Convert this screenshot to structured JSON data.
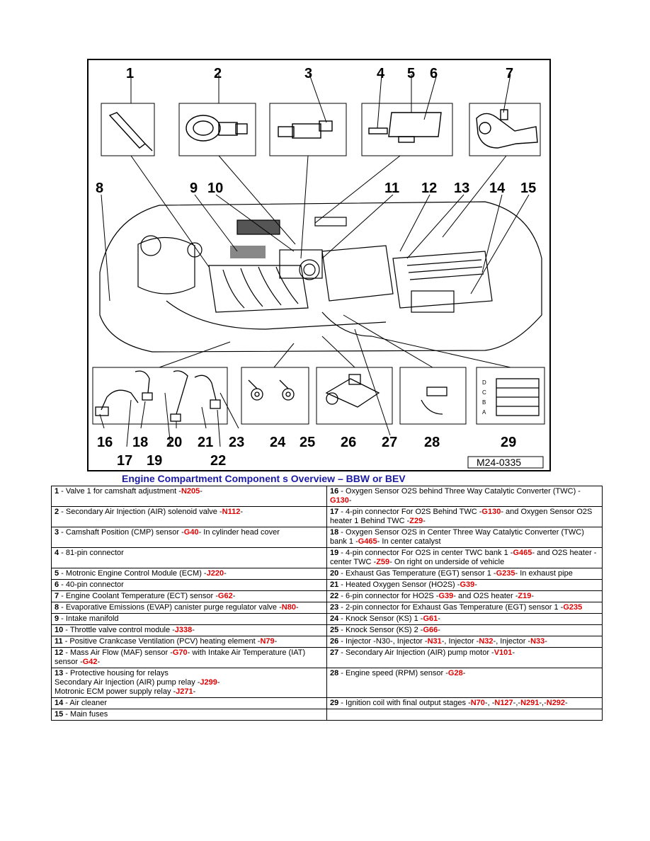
{
  "figure": {
    "callouts": [
      "1",
      "2",
      "3",
      "4",
      "5",
      "6",
      "7",
      "8",
      "9",
      "10",
      "11",
      "12",
      "13",
      "14",
      "15",
      "16",
      "17",
      "18",
      "19",
      "20",
      "21",
      "22",
      "23",
      "24",
      "25",
      "26",
      "27",
      "28",
      "29"
    ],
    "code": "M24-0335",
    "coil_letters": [
      "D",
      "C",
      "B",
      "A"
    ]
  },
  "title": "Engine Compartment Component s Overview – BBW or BEV",
  "rows": [
    {
      "left": [
        {
          "t": "1",
          "n": 1
        },
        {
          "t": " -  Valve 1 for camshaft adjustment -"
        },
        {
          "t": "N205",
          "r": 1
        },
        {
          "t": "-"
        }
      ],
      "right": [
        {
          "t": "16",
          "n": 1
        },
        {
          "t": " -  Oxygen Sensor O2S behind Three Way Catalytic Converter (TWC) -"
        },
        {
          "t": "G130",
          "r": 1
        },
        {
          "t": "-"
        }
      ]
    },
    {
      "left": [
        {
          "t": "2",
          "n": 1
        },
        {
          "t": " -  Secondary Air Injection (AIR) solenoid valve -"
        },
        {
          "t": "N112",
          "r": 1
        },
        {
          "t": "-"
        }
      ],
      "right": [
        {
          "t": "17",
          "n": 1
        },
        {
          "t": " -  4-pin connector For O2S Behind TWC -"
        },
        {
          "t": "G130",
          "r": 1
        },
        {
          "t": "- and Oxygen Sensor O2S heater 1 Behind TWC -"
        },
        {
          "t": "Z29",
          "r": 1
        },
        {
          "t": "-"
        }
      ]
    },
    {
      "left": [
        {
          "t": "3",
          "n": 1
        },
        {
          "t": " -  Camshaft Position (CMP) sensor -"
        },
        {
          "t": "G40",
          "r": 1
        },
        {
          "t": "-  In cylinder head cover"
        }
      ],
      "right": [
        {
          "t": "18",
          "n": 1
        },
        {
          "t": " -  Oxygen Sensor O2S in Center Three Way Catalytic Converter (TWC) bank 1 -"
        },
        {
          "t": "G465",
          "r": 1
        },
        {
          "t": "- In center catalyst"
        }
      ]
    },
    {
      "left": [
        {
          "t": "4",
          "n": 1
        },
        {
          "t": " -  81-pin connector"
        }
      ],
      "right": [
        {
          "t": "19",
          "n": 1
        },
        {
          "t": " -  4-pin connector  For O2S in center TWC bank 1 -"
        },
        {
          "t": "G465",
          "r": 1
        },
        {
          "t": "- and O2S heater - center TWC -"
        },
        {
          "t": "Z59",
          "r": 1
        },
        {
          "t": "- On right on underside of vehicle"
        }
      ]
    },
    {
      "left": [
        {
          "t": "5",
          "n": 1
        },
        {
          "t": " -  Motronic Engine Control Module (ECM) -"
        },
        {
          "t": "J220",
          "r": 1
        },
        {
          "t": "-"
        }
      ],
      "right": [
        {
          "t": "20",
          "n": 1
        },
        {
          "t": " -  Exhaust Gas Temperature (EGT) sensor 1 -"
        },
        {
          "t": "G235",
          "r": 1
        },
        {
          "t": "- In exhaust pipe"
        }
      ]
    },
    {
      "left": [
        {
          "t": "6",
          "n": 1
        },
        {
          "t": " -  40-pin connector"
        }
      ],
      "right": [
        {
          "t": "21",
          "n": 1
        },
        {
          "t": " -  Heated Oxygen Sensor (HO2S) -"
        },
        {
          "t": "G39",
          "r": 1
        },
        {
          "t": "-"
        }
      ]
    },
    {
      "left": [
        {
          "t": "7",
          "n": 1
        },
        {
          "t": " -  Engine Coolant Temperature (ECT) sensor -"
        },
        {
          "t": "G62",
          "r": 1
        },
        {
          "t": "-"
        }
      ],
      "right": [
        {
          "t": "22",
          "n": 1
        },
        {
          "t": " -  6-pin connector for HO2S -"
        },
        {
          "t": "G39",
          "r": 1
        },
        {
          "t": "- and O2S heater -"
        },
        {
          "t": "Z19",
          "r": 1
        },
        {
          "t": "-"
        }
      ]
    },
    {
      "left": [
        {
          "t": "8",
          "n": 1
        },
        {
          "t": " -  Evaporative Emissions (EVAP) canister purge regulator valve -"
        },
        {
          "t": "N80",
          "r": 1
        },
        {
          "t": "-"
        }
      ],
      "right": [
        {
          "t": "23",
          "n": 1
        },
        {
          "t": " -  2-pin connector for Exhaust Gas Temperature (EGT) sensor 1 -"
        },
        {
          "t": "G235",
          "r": 1
        }
      ]
    },
    {
      "left": [
        {
          "t": "9",
          "n": 1
        },
        {
          "t": " -  Intake manifold"
        }
      ],
      "right": [
        {
          "t": "24",
          "n": 1
        },
        {
          "t": " -  Knock Sensor (KS) 1 -"
        },
        {
          "t": "G61",
          "r": 1
        },
        {
          "t": "-"
        }
      ]
    },
    {
      "left": [
        {
          "t": "10",
          "n": 1
        },
        {
          "t": " -  Throttle valve control module -"
        },
        {
          "t": "J338",
          "r": 1
        },
        {
          "t": "-"
        }
      ],
      "right": [
        {
          "t": "25",
          "n": 1
        },
        {
          "t": " -  Knock Sensor (KS) 2 -"
        },
        {
          "t": "G66",
          "r": 1
        },
        {
          "t": "-"
        }
      ]
    },
    {
      "left": [
        {
          "t": "11",
          "n": 1
        },
        {
          "t": " -  Positive Crankcase Ventilation (PCV) heating element -"
        },
        {
          "t": "N79",
          "r": 1
        },
        {
          "t": "-"
        }
      ],
      "right": [
        {
          "t": "26",
          "n": 1
        },
        {
          "t": " -  Injector -N30-, Injector -"
        },
        {
          "t": "N31",
          "r": 1
        },
        {
          "t": "-, Injector -"
        },
        {
          "t": "N32",
          "r": 1
        },
        {
          "t": "-, Injector -"
        },
        {
          "t": "N33",
          "r": 1
        },
        {
          "t": "-"
        }
      ]
    },
    {
      "left": [
        {
          "t": "12",
          "n": 1
        },
        {
          "t": " -  Mass Air Flow (MAF) sensor -"
        },
        {
          "t": "G70",
          "r": 1
        },
        {
          "t": "- with Intake Air Temperature (IAT) sensor -"
        },
        {
          "t": "G42",
          "r": 1
        },
        {
          "t": "-"
        }
      ],
      "right": [
        {
          "t": "27",
          "n": 1
        },
        {
          "t": " -  Secondary Air Injection (AIR) pump motor -"
        },
        {
          "t": "V101",
          "r": 1
        },
        {
          "t": "-"
        }
      ]
    },
    {
      "left": [
        {
          "t": "13",
          "n": 1
        },
        {
          "t": " -  Protective housing for relays"
        },
        {
          "br": 1
        },
        {
          "t": "Secondary Air Injection (AIR) pump relay -"
        },
        {
          "t": "J299",
          "r": 1
        },
        {
          "t": "-"
        },
        {
          "br": 1
        },
        {
          "t": "Motronic ECM power supply relay -"
        },
        {
          "t": "J271",
          "r": 1
        },
        {
          "t": "-"
        }
      ],
      "right": [
        {
          "t": "28",
          "n": 1
        },
        {
          "t": " -  Engine speed (RPM) sensor -"
        },
        {
          "t": "G28",
          "r": 1
        },
        {
          "t": "-"
        }
      ]
    },
    {
      "left": [
        {
          "t": "14",
          "n": 1
        },
        {
          "t": " -  Air cleaner"
        }
      ],
      "right": [
        {
          "t": "29",
          "n": 1
        },
        {
          "t": " -  Ignition coil with final output stages -"
        },
        {
          "t": "N70",
          "r": 1
        },
        {
          "t": "-, -"
        },
        {
          "t": "N127",
          "r": 1
        },
        {
          "t": "-,-"
        },
        {
          "t": "N291",
          "r": 1
        },
        {
          "t": "-,-"
        },
        {
          "t": "N292",
          "r": 1
        },
        {
          "t": "-"
        }
      ]
    },
    {
      "left": [
        {
          "t": "15",
          "n": 1
        },
        {
          "t": " -  Main fuses"
        }
      ],
      "right": []
    }
  ]
}
